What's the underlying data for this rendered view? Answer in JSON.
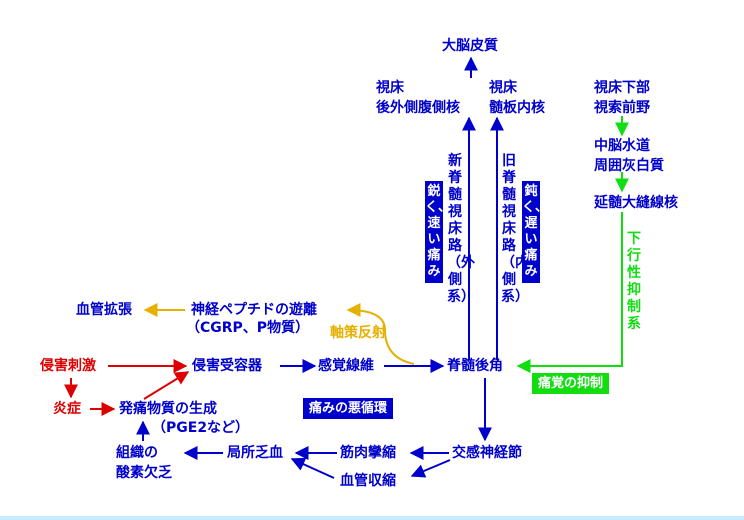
{
  "nodes": {
    "cortex": "大脳皮質",
    "vpl": "視床\n後外側腹側核",
    "ilm": "視床\n髄板内核",
    "hypothalamus": "視床下部\n視索前野",
    "pag": "中脳水道\n周囲灰白質",
    "raphe": "延髄大縫線核",
    "vasodilation": "血管拡張",
    "neuropeptide": "神経ペプチドの遊離",
    "cgrp": "（CGRP、P物質）",
    "noxious": "侵害刺激",
    "nociceptor": "侵害受容器",
    "sensory_fiber": "感覚線維",
    "dorsal_horn": "脊髄後角",
    "inflammation": "炎症",
    "algogen": "発痛物質の生成",
    "pge2": "（PGE2など）",
    "hypoxia": "組織の\n酸素欠乏",
    "ischemia": "局所乏血",
    "spasm": "筋肉攣縮",
    "sympathetic": "交感神経節",
    "vasoconstriction": "血管収縮"
  },
  "vertical_labels": {
    "neo_tract": "新脊髄視床路（外側系）",
    "paleo_tract": "旧脊髄視床路（内側系）",
    "sharp_pain": "鋭く、速い痛み",
    "dull_pain": "鈍く、遅い痛み",
    "descending": "下行性抑制系"
  },
  "callouts": {
    "axon_reflex": "軸策反射",
    "vicious_cycle": "痛みの悪循環",
    "pain_suppression": "痛覚の抑制"
  },
  "colors": {
    "pathway": "#0000cc",
    "noxious": "#dd0000",
    "axon_reflex": "#e6b000",
    "descending": "#11dd11",
    "label_box": "#0000cc"
  }
}
